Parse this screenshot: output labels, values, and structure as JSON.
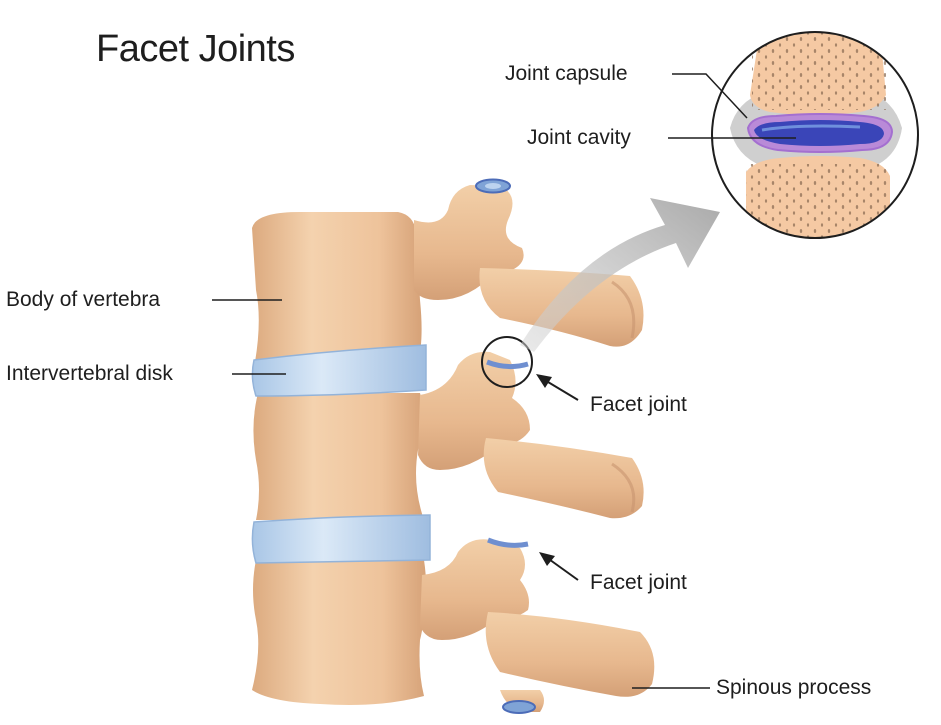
{
  "title": "Facet Joints",
  "labels": {
    "joint_capsule": "Joint capsule",
    "joint_cavity": "Joint cavity",
    "body_of_vertebra": "Body of vertebra",
    "intervertebral_disk": "Intervertebral disk",
    "facet_joint_upper": "Facet joint",
    "facet_joint_lower": "Facet joint",
    "spinous_process": "Spinous process"
  },
  "colors": {
    "bone": "#eec79f",
    "bone_shadow": "#d9a77c",
    "disk": "#b8d2ec",
    "cavity": "#3a45b8",
    "capsule": "#c7c7c7",
    "arrow": "#b4b4b4",
    "text": "#1e1e1e"
  }
}
